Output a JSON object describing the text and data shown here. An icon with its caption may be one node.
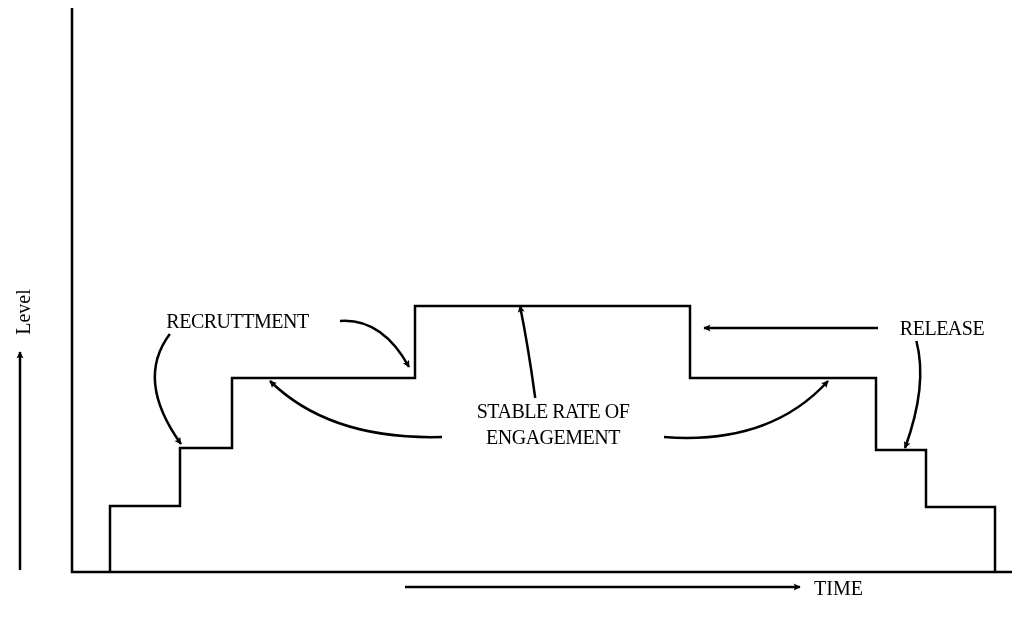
{
  "diagram": {
    "nodes": [
      {
        "text": [
          "RECRUTTMENT"
        ]
      },
      {
        "text": [
          "STABLE RATE OF ENGAGEMENT"
        ]
      },
      {
        "text": [
          "RELEASE"
        ]
      }
    ],
    "edges": [
      {
        "from": 0,
        "to": null,
        "arrow": "to"
      },
      {
        "from": 0,
        "to": null,
        "arrow": "to"
      },
      {
        "from": 1,
        "to": null,
        "arrow": "to"
      },
      {
        "from": 1,
        "to": null,
        "arrow": "to"
      },
      {
        "from": 1,
        "to": null,
        "arrow": "to"
      },
      {
        "from": 2,
        "to": null,
        "arrow": "to"
      },
      {
        "from": 2,
        "to": null,
        "arrow": "to"
      }
    ],
    "labels": [
      "Level",
      "TIME"
    ]
  }
}
